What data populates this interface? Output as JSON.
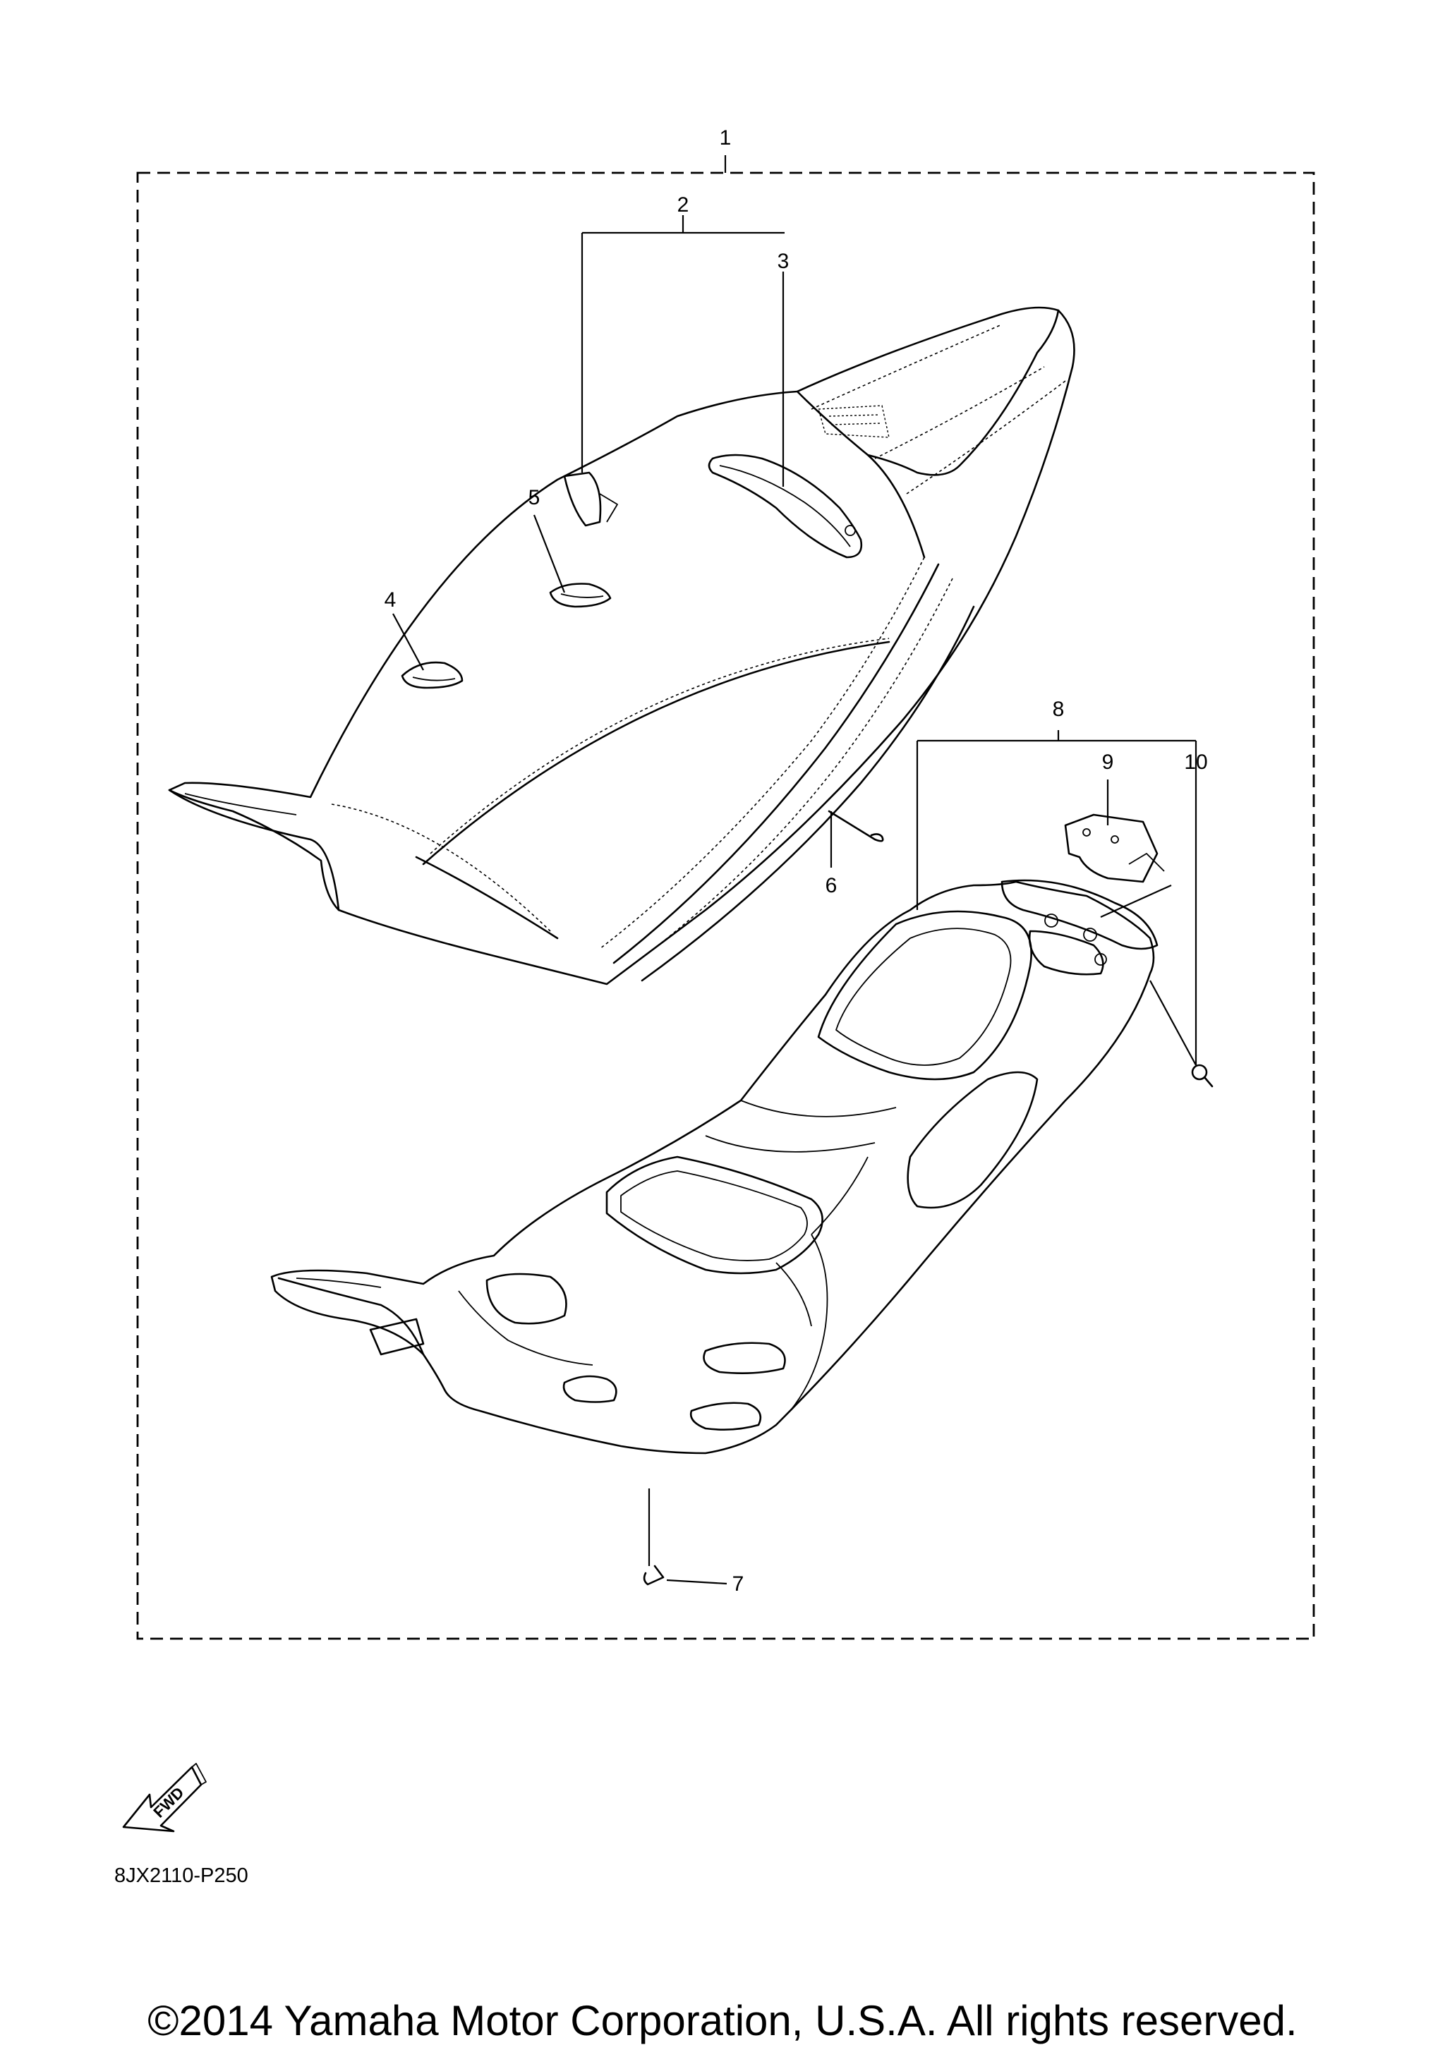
{
  "diagram": {
    "callouts": [
      {
        "id": "1",
        "label": "1"
      },
      {
        "id": "2",
        "label": "2"
      },
      {
        "id": "3",
        "label": "3"
      },
      {
        "id": "4",
        "label": "4"
      },
      {
        "id": "5",
        "label": "5"
      },
      {
        "id": "6",
        "label": "6"
      },
      {
        "id": "7",
        "label": "7"
      },
      {
        "id": "8",
        "label": "8"
      },
      {
        "id": "9",
        "label": "9"
      },
      {
        "id": "10",
        "label": "10"
      }
    ],
    "fwd_label": "FWD",
    "drawing_code": "8JX2110-P250",
    "copyright": "©2014 Yamaha Motor Corporation, U.S.A. All rights reserved."
  }
}
